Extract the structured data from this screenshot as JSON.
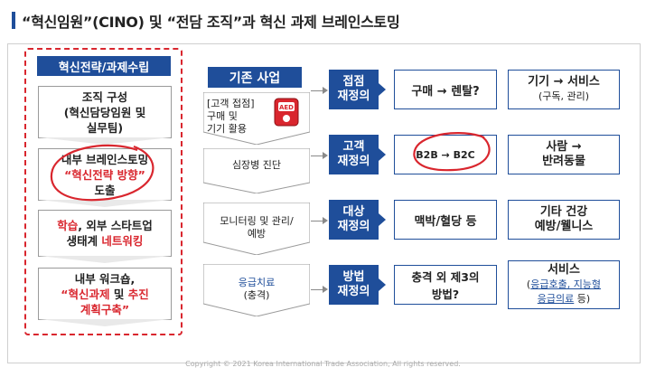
{
  "title": "“혁신임원”(CINO) 및 “전담 조직”과 혁신 과제 브레인스토밍",
  "left": {
    "header": "혁신전략/과제수립",
    "box1": {
      "line1": "조직 구성",
      "line2": "(혁신담당임원 및",
      "line3": "실무팀)"
    },
    "box2": {
      "line1": "내부 브레인스토밍",
      "line2": "“혁신전략 방향”",
      "line3": "도출"
    },
    "box3": {
      "line1a": "학습",
      "line1b": ", 외부 스타트업",
      "line2a": "생태계 ",
      "line2b": "네트워킹"
    },
    "box4": {
      "line1": "내부 워크숍,",
      "line2a": "“혁신과제 ",
      "line2b": "및",
      "line2c": " 추진",
      "line3": "계획구축”"
    }
  },
  "middle": {
    "header": "기존 사업",
    "chev1": {
      "line1": "[고객 접점]",
      "line2": "구매 및",
      "line3": "기기 활용",
      "device_label": "AED"
    },
    "chev2": {
      "line1": "심장병 진단"
    },
    "chev3": {
      "line1": "모니터링 및 관리/",
      "line2": "예방"
    },
    "chev4": {
      "line1": "응급치료",
      "line2": "(충격)"
    }
  },
  "rows": [
    {
      "cat1": "접점",
      "cat2": "재정의",
      "b1": "구매 → 렌탈?",
      "b2_1": "기기 → 서비스",
      "b2_2": "(구독, 관리)"
    },
    {
      "cat1": "고객",
      "cat2": "재정의",
      "b1a": "B2B",
      "b1b": " → B2C",
      "b2_1": "사람 →",
      "b2_2": "반려동물"
    },
    {
      "cat1": "대상",
      "cat2": "재정의",
      "b1": "맥박/혈당 등",
      "b2_1": "기타 건강",
      "b2_2": "예방/웰니스"
    },
    {
      "cat1": "방법",
      "cat2": "재정의",
      "b1_1": "충격 외 제3의",
      "b1_2": "방법?",
      "b2_1": "서비스",
      "b2_2a": "(",
      "b2_2b": "응급호출, 지능형",
      "b2_3a": "응급의료",
      "b2_3b": " 등)"
    }
  ],
  "footer": "Copyright © 2021 Korea International Trade Association, All rights reserved.",
  "colors": {
    "navy": "#1f4e9a",
    "red": "#d9262e"
  }
}
